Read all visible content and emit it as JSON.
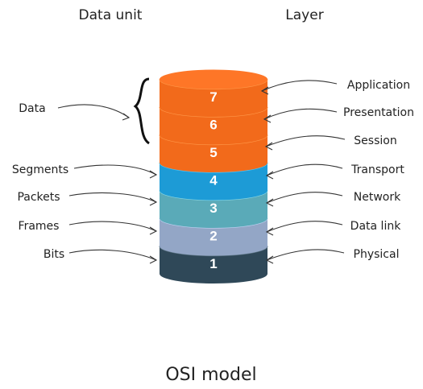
{
  "headings": {
    "data_unit": "Data unit",
    "layer": "Layer"
  },
  "title": "OSI model",
  "layers": [
    {
      "number": "7",
      "name": "Application",
      "color": "#f26a1b"
    },
    {
      "number": "6",
      "name": "Presentation",
      "color": "#f26a1b"
    },
    {
      "number": "5",
      "name": "Session",
      "color": "#f26a1b"
    },
    {
      "number": "4",
      "name": "Transport",
      "color": "#1d9bd6"
    },
    {
      "number": "3",
      "name": "Network",
      "color": "#5aaab8"
    },
    {
      "number": "2",
      "name": "Data link",
      "color": "#93a6c6"
    },
    {
      "number": "1",
      "name": "Physical",
      "color": "#2f4858"
    }
  ],
  "data_units": {
    "data": "Data",
    "segments": "Segments",
    "packets": "Packets",
    "frames": "Frames",
    "bits": "Bits"
  }
}
